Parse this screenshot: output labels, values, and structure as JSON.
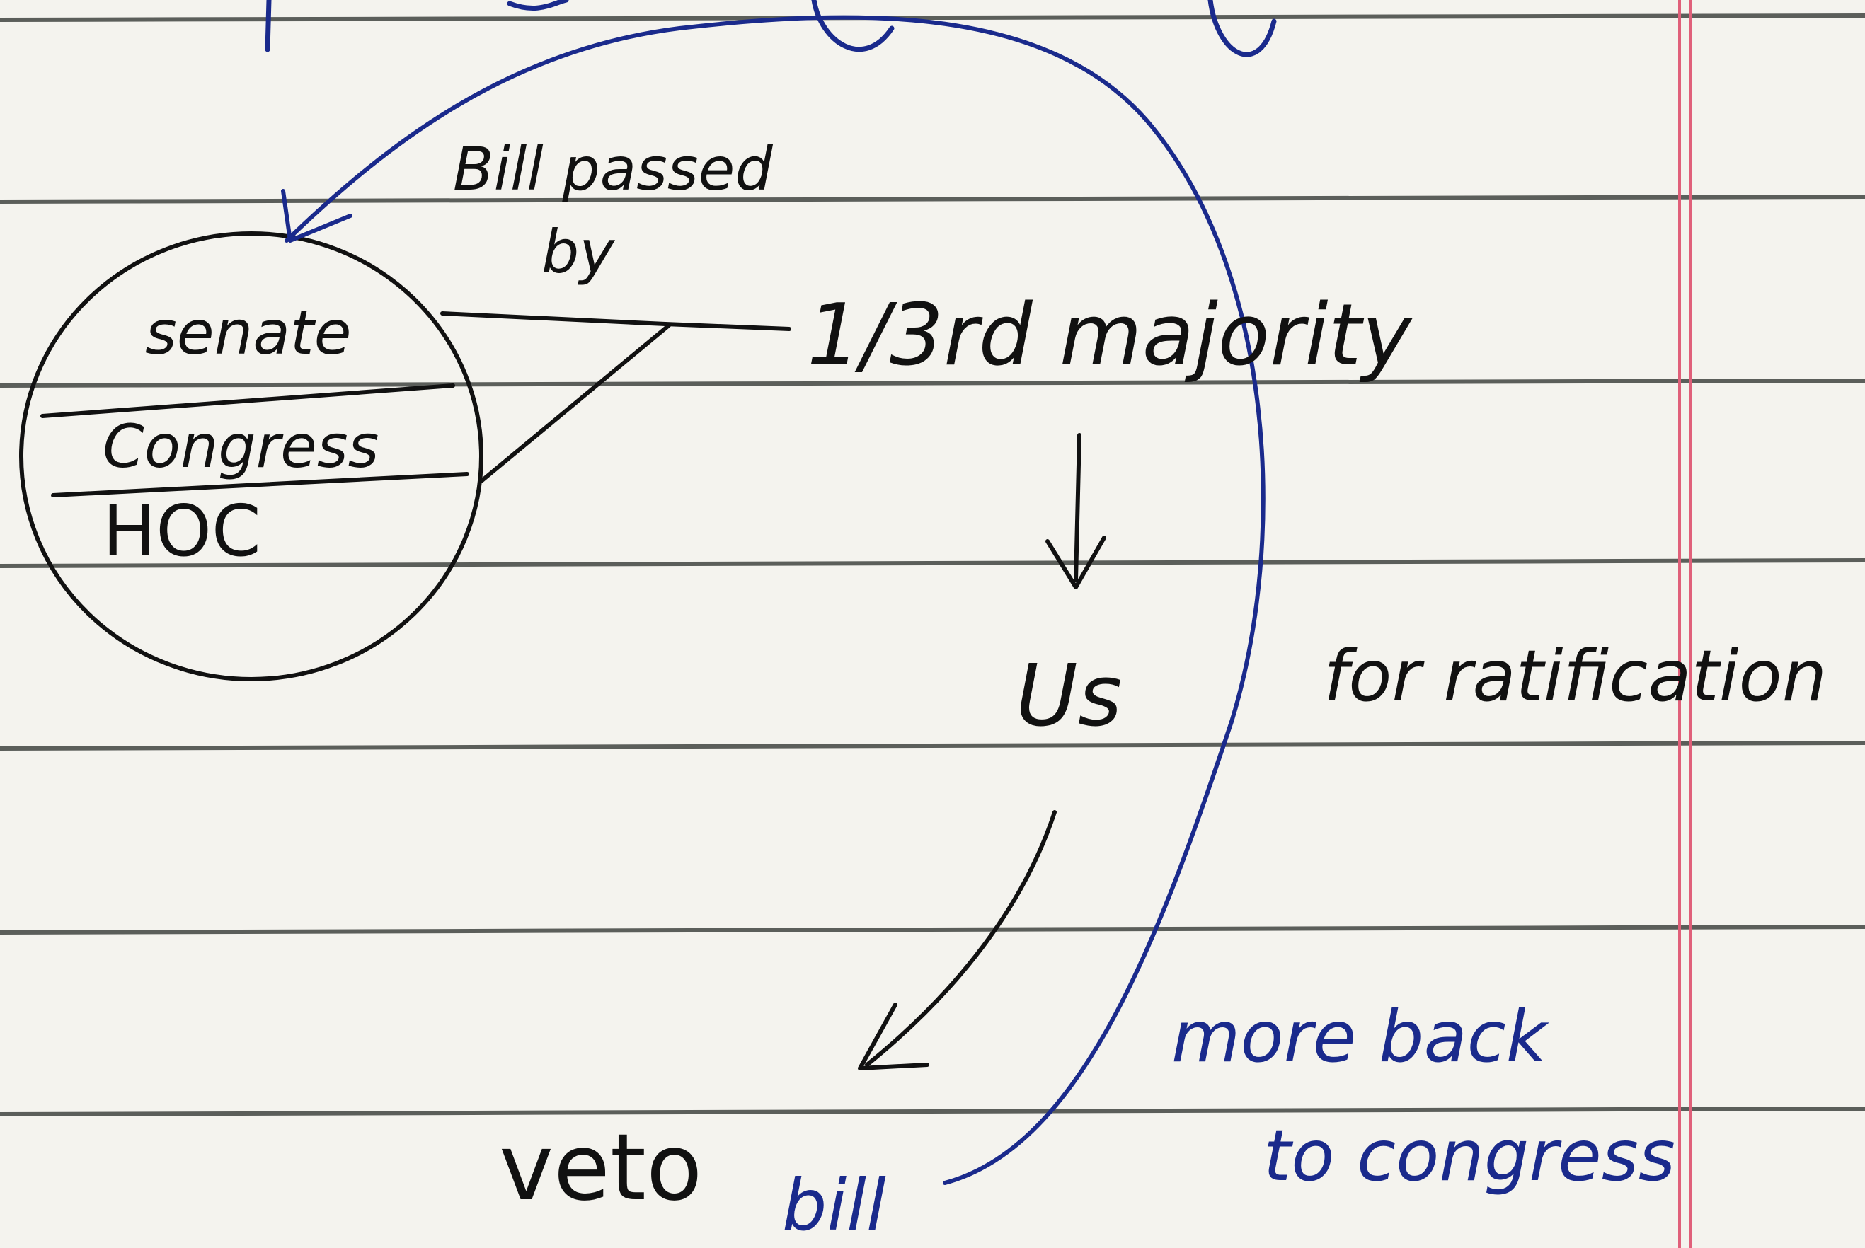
{
  "diagram": {
    "bill_passed_label_line1": "Bill passed",
    "bill_passed_label_line2": "by",
    "circle_top": "senate",
    "circle_middle": "Congress",
    "circle_bottom": "HOC",
    "majority": "1/3rd majority",
    "us": "Us",
    "ratification": "for ratification",
    "veto": "veto",
    "bill": "bill",
    "move_back_line1": "more back",
    "move_back_line2": "to congress"
  },
  "colors": {
    "paper": "#f4f3ee",
    "ruled_line": "#5b5e5a",
    "margin_line": "#e0607a",
    "ink_black": "#111111",
    "ink_blue": "#1a2a8c"
  }
}
